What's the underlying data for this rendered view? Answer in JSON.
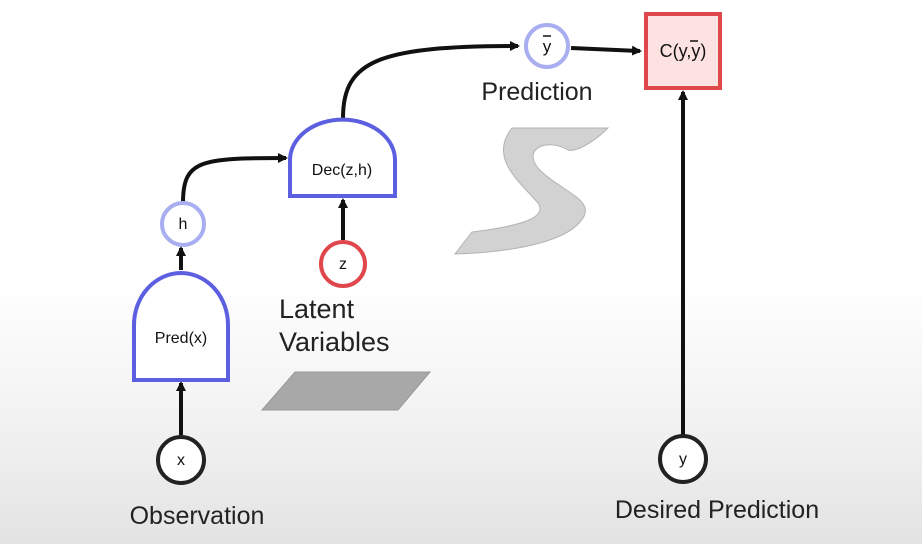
{
  "diagram": {
    "nodes": {
      "x": {
        "label": "x"
      },
      "y": {
        "label": "y"
      },
      "z": {
        "label": "z"
      },
      "h": {
        "label": "h"
      },
      "ybar": {
        "label": "y",
        "overbar": true
      },
      "pred": {
        "label": "Pred(x)"
      },
      "dec": {
        "label": "Dec(z,h)"
      },
      "cost": {
        "label_parts": [
          "C(y,",
          "y",
          ")"
        ],
        "overbar_on_part": 1
      }
    },
    "labels": {
      "observation": "Observation",
      "latent_line1": "Latent",
      "latent_line2": "Variables",
      "prediction": "Prediction",
      "desired_prediction": "Desired Prediction"
    },
    "colors": {
      "blue_module": "#5b5fe0",
      "blue_circle": "#a9aef0",
      "red": "#e0474c",
      "red_fill": "#fde2e2",
      "black": "#111111",
      "gray_shape": "#bdbdbd"
    }
  }
}
